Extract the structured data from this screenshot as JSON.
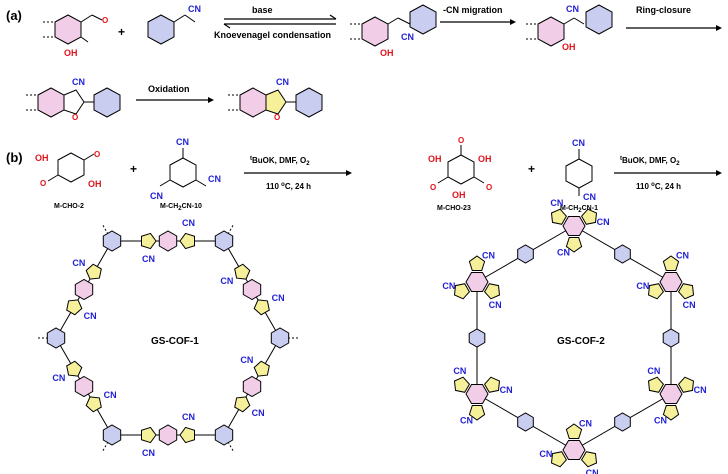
{
  "panel_a": {
    "label": "(a)",
    "arrow1_top": "base",
    "arrow1_bottom": "Knoevenagel condensation",
    "arrow2_top": "-CN migration",
    "arrow3_top": "Ring-closure",
    "arrow4_top": "Oxidation",
    "plus": "+"
  },
  "panel_b": {
    "label": "(b)",
    "plus1": "+",
    "plus2": "+",
    "reagent_tbuok": "BuOK, DMF, O",
    "reagent_t": "t",
    "reagent_o2_sub": "2",
    "condition_temp": "110 ",
    "condition_deg": "o",
    "condition_rest": "C, 24 h",
    "m_cho_2": "M-CHO-2",
    "m_ch2cn_10_pre": "M-CH",
    "m_ch2cn_10_sub": "2",
    "m_ch2cn_10_post": "CN-10",
    "m_cho_23": "M-CHO-23",
    "m_ch2cn_1_pre": "M-CH",
    "m_ch2cn_1_sub": "2",
    "m_ch2cn_1_post": "CN-1",
    "cof1": "GS-COF-1",
    "cof2": "GS-COF-2"
  },
  "chem_labels": {
    "cn": "CN",
    "oh": "OH",
    "o": "O"
  },
  "colors": {
    "cn_blue": "#1f1fd6",
    "oh_red": "#e0141e",
    "benzene_blue": "#c9cdf0",
    "benzene_pink": "#f1cde8",
    "furan_yellow": "#f6f09a"
  }
}
